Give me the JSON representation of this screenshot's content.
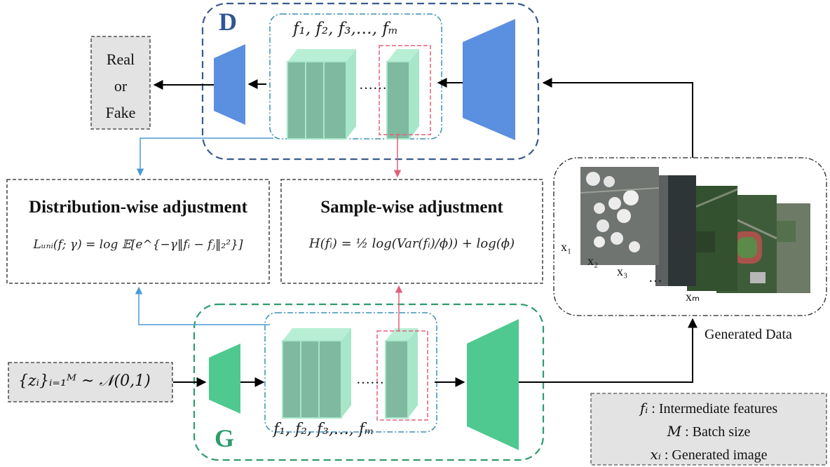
{
  "discriminator": {
    "label": "D",
    "features_label": "f₁, f₂, f₃,…, fₘ",
    "dots": "……"
  },
  "generator": {
    "label": "G",
    "features_label": "f₁, f₂, f₃,…, fₘ",
    "dots": "……"
  },
  "real_fake": {
    "line1": "Real",
    "line2": "or",
    "line3": "Fake"
  },
  "distribution_box": {
    "title": "Distribution-wise adjustment",
    "formula": "Lᵤₙᵢ(f; γ) = log 𝔼[e^{−γ‖fᵢ − fⱼ‖₂²}]"
  },
  "sample_box": {
    "title": "Sample-wise adjustment",
    "formula": "H(fᵢ) = ½ log(Var(fᵢ)/ϕ)) + log(ϕ)"
  },
  "noise_input": {
    "text": "{zᵢ}ᵢ₌₁ᴹ ~ 𝒩(0,1)"
  },
  "generated_data": {
    "caption": "Generated Data",
    "labels": [
      "x₁",
      "x₂",
      "x₃",
      "…",
      "xₘ"
    ]
  },
  "legend": {
    "items": [
      {
        "symbol": "fᵢ",
        "text": " : Intermediate features"
      },
      {
        "symbol": "M",
        "text": " : Batch size"
      },
      {
        "symbol": "xᵢ",
        "text": " : Generated image"
      }
    ]
  },
  "colors": {
    "d_border": "#3a5a8c",
    "g_border": "#2e9b6b",
    "inner_border": "#3a8fb7",
    "pink": "#e0607a",
    "blue_block": "#5b8fe0",
    "green_block": "#4fc98f",
    "feature_front": "#7fb9a0",
    "feature_side": "#a8e6c9",
    "blue_arrow": "#4a9ad8"
  }
}
